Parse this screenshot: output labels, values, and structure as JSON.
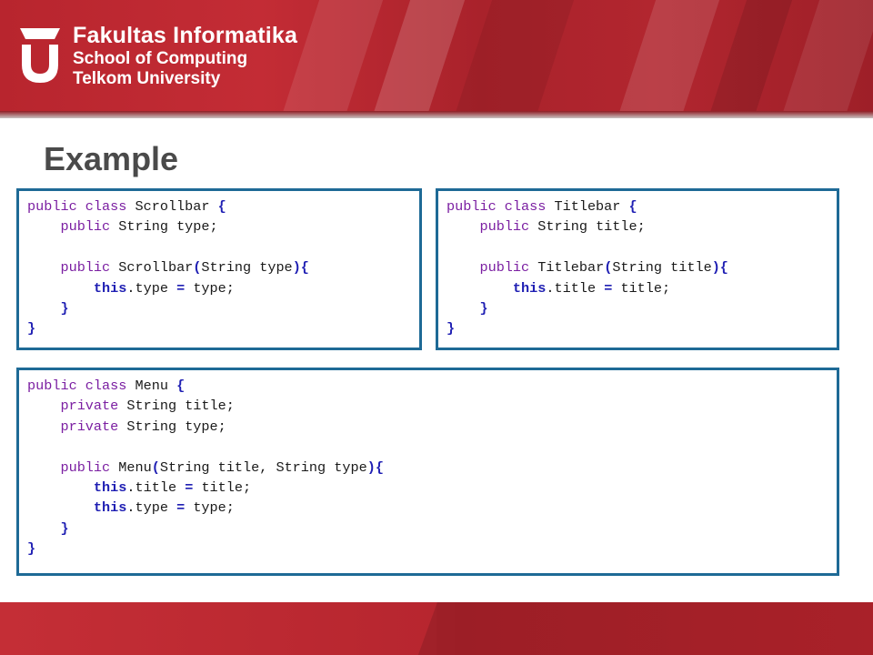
{
  "header": {
    "brand_line1": "Fakultas Informatika",
    "brand_line2": "School of Computing",
    "brand_line3": "Telkom University"
  },
  "slide": {
    "title": "Example"
  },
  "code_blocks": {
    "scrollbar": {
      "line1": {
        "kw": "public class",
        "text": " Scrollbar ",
        "p": "{"
      },
      "line2": {
        "kw": "public",
        "text": " String type;"
      },
      "line4": {
        "kw": "public",
        "text1": " Scrollbar",
        "p1": "(",
        "text2": "String type",
        "p2": "){"
      },
      "line5": {
        "kw2": "this",
        "text": ".type ",
        "p": "=",
        "text2": " type;"
      },
      "line6": "}",
      "line7": "}"
    },
    "titlebar": {
      "line1": {
        "kw": "public class",
        "text": " Titlebar ",
        "p": "{"
      },
      "line2": {
        "kw": "public",
        "text": " String title;"
      },
      "line4": {
        "kw": "public",
        "text1": " Titlebar",
        "p1": "(",
        "text2": "String title",
        "p2": "){"
      },
      "line5": {
        "kw2": "this",
        "text": ".title ",
        "p": "=",
        "text2": " title;"
      },
      "line6": "}",
      "line7": "}"
    },
    "menu": {
      "line1": {
        "kw": "public class",
        "text": " Menu ",
        "p": "{"
      },
      "line2": {
        "kw": "private",
        "text": " String title;"
      },
      "line3": {
        "kw": "private",
        "text": " String type;"
      },
      "line5": {
        "kw": "public",
        "text1": " Menu",
        "p1": "(",
        "text2": "String title, String type",
        "p2": "){"
      },
      "line6": {
        "kw2": "this",
        "text": ".title ",
        "p": "=",
        "text2": " title;"
      },
      "line7": {
        "kw2": "this",
        "text": ".type ",
        "p": "=",
        "text2": " type;"
      },
      "line8": "}",
      "line9": "}"
    }
  },
  "colors": {
    "brand_red": "#b8252e",
    "box_border": "#1e6a96",
    "keyword_purple": "#7b1fa2",
    "keyword_blue": "#1f1fb3"
  }
}
